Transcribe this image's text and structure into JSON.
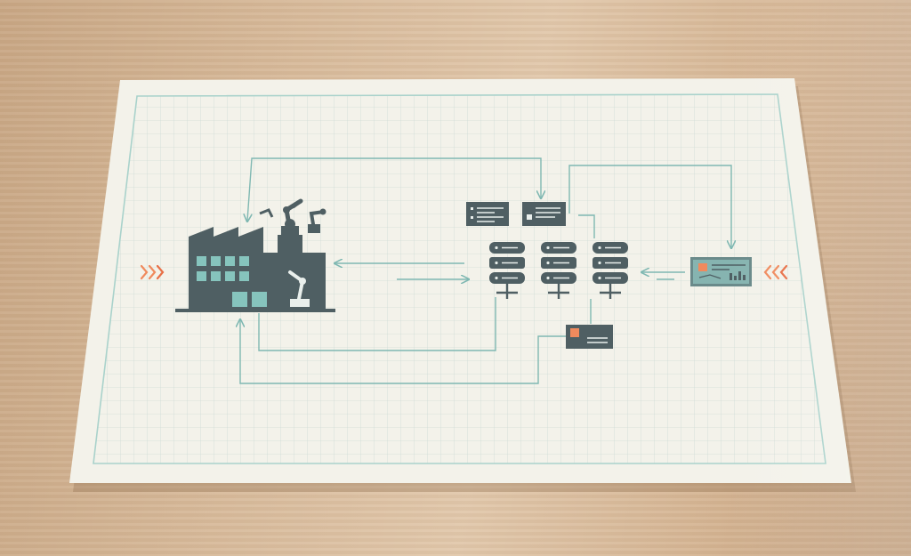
{
  "colors": {
    "desk": "#d7b999",
    "paper": "#f3f2ea",
    "grid": "#cfdcd6",
    "border": "#a9d2cb",
    "icon": "#4f5f63",
    "flow_line": "#7fb8b2",
    "accent_orange": "#f08a5d",
    "accent_teal": "#86c4bd",
    "panel": "#6a8a8a"
  },
  "diagram": {
    "nodes": [
      {
        "name": "factory",
        "icon": "factory-with-robot-arms-icon"
      },
      {
        "name": "server-cluster",
        "icon": "database-server-icon",
        "count": 3
      },
      {
        "name": "status-card-top-left",
        "icon": "list-card-icon"
      },
      {
        "name": "status-card-top-right",
        "icon": "list-card-icon"
      },
      {
        "name": "alert-card",
        "icon": "alert-card-icon"
      },
      {
        "name": "dashboard-display",
        "icon": "dashboard-screen-icon"
      }
    ],
    "connectors": [
      {
        "from": "factory",
        "to": "server-cluster",
        "style": "double-arrow"
      },
      {
        "from": "dashboard-display",
        "to": "server-cluster",
        "style": "arrow"
      },
      {
        "from": "factory",
        "to": "status-card-top-right",
        "style": "loop"
      },
      {
        "from": "status-card-top-right",
        "to": "dashboard-display",
        "style": "loop"
      },
      {
        "from": "server-cluster",
        "to": "factory",
        "style": "loop"
      },
      {
        "from": "alert-card",
        "to": "factory",
        "style": "loop"
      }
    ],
    "chevrons": [
      {
        "side": "left",
        "icon": "chevron-right-icon",
        "color": "#f08a5d"
      },
      {
        "side": "right",
        "icon": "chevron-left-icon",
        "color": "#f08a5d"
      }
    ]
  }
}
